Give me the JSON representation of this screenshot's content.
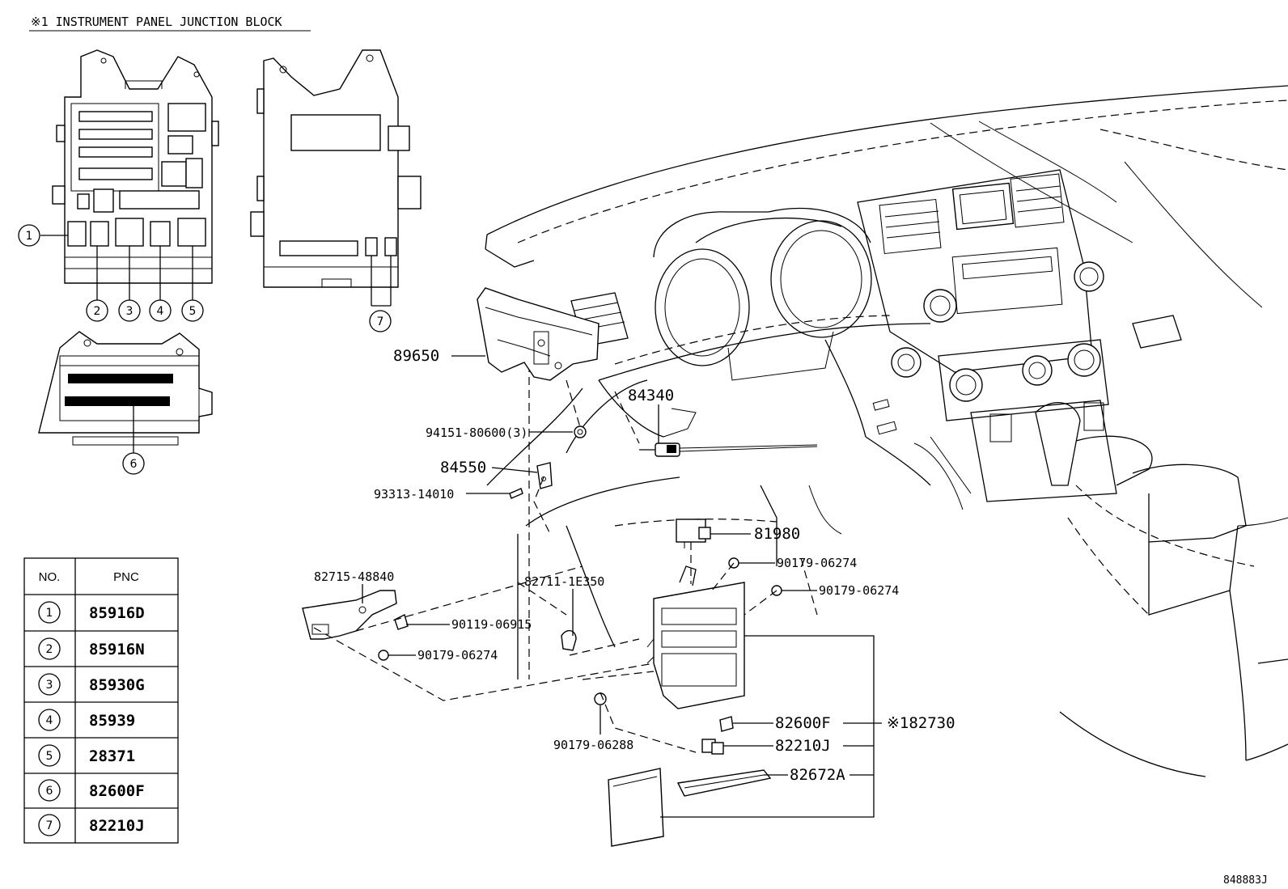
{
  "title": "※1 INSTRUMENT PANEL JUNCTION BLOCK",
  "figure_id": "848883J",
  "callouts": {
    "c89650": "89650",
    "c84340": "84340",
    "c94151": "94151-80600(3)",
    "c84550": "84550",
    "c93313": "93313-14010",
    "c81980": "81980",
    "c90179a": "90179-06274",
    "c90179b": "90179-06274",
    "c82715": "82715-48840",
    "c82711": "82711-1E350",
    "c90119": "90119-06915",
    "c90179c": "90179-06274",
    "c90179d": "90179-06288",
    "c82600": "82600F",
    "c82210": "82210J",
    "c82672": "82672A",
    "c82730": "※182730"
  },
  "circle_numbers": [
    "1",
    "2",
    "3",
    "4",
    "5",
    "6",
    "7"
  ],
  "table": {
    "headers": [
      "NO.",
      "PNC"
    ],
    "rows": [
      {
        "no": "1",
        "pnc": "85916D"
      },
      {
        "no": "2",
        "pnc": "85916N"
      },
      {
        "no": "3",
        "pnc": "85930G"
      },
      {
        "no": "4",
        "pnc": "85939"
      },
      {
        "no": "5",
        "pnc": "28371"
      },
      {
        "no": "6",
        "pnc": "82600F"
      },
      {
        "no": "7",
        "pnc": "82210J"
      }
    ]
  }
}
